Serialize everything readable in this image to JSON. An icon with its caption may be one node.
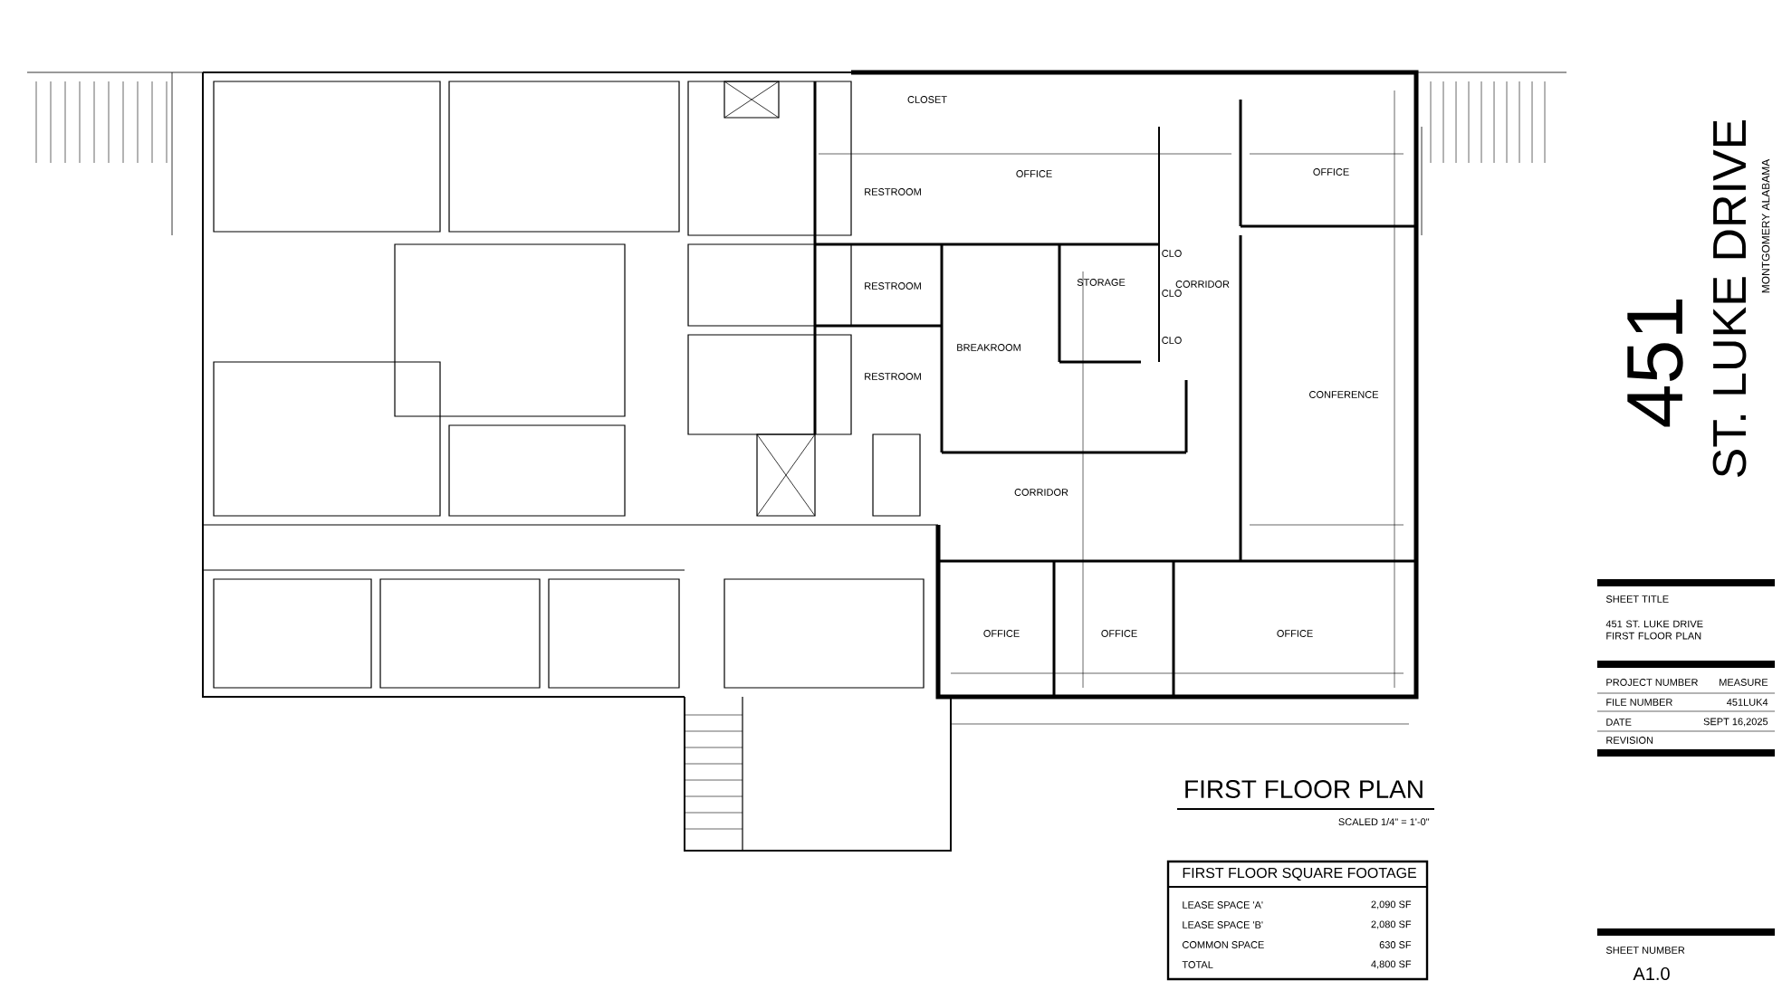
{
  "diagram": {
    "title": "FIRST FLOOR PLAN",
    "labels": [
      "CLOSET",
      "OFFICE",
      "OFFICE",
      "RESTROOM",
      "RESTROOM",
      "STORAGE",
      "CORRIDOR",
      "CLO",
      "CLO",
      "CLO",
      "BREAKROOM",
      "RESTROOM",
      "CONFERENCE",
      "CORRIDOR",
      "OFFICE",
      "OFFICE",
      "OFFICE",
      "SCALED 1/4\" = 1'-0\"",
      "FIRST FLOOR SQUARE FOOTAGE",
      "LEASE SPACE 'A'",
      "2,090 SF",
      "LEASE SPACE 'B'",
      "2,080 SF",
      "COMMON SPACE",
      "630 SF",
      "TOTAL",
      "4,800 SF",
      "451",
      "ST. LUKE DRIVE",
      "MONTGOMERY ALABAMA",
      "SHEET TITLE",
      "451 ST. LUKE DRIVE FIRST FLOOR PLAN",
      "PROJECT NUMBER",
      "MEASURE",
      "FILE NUMBER",
      "451LUK4",
      "DATE",
      "SEPT 16,2025",
      "REVISION",
      "SHEET NUMBER",
      "A1.0"
    ]
  }
}
